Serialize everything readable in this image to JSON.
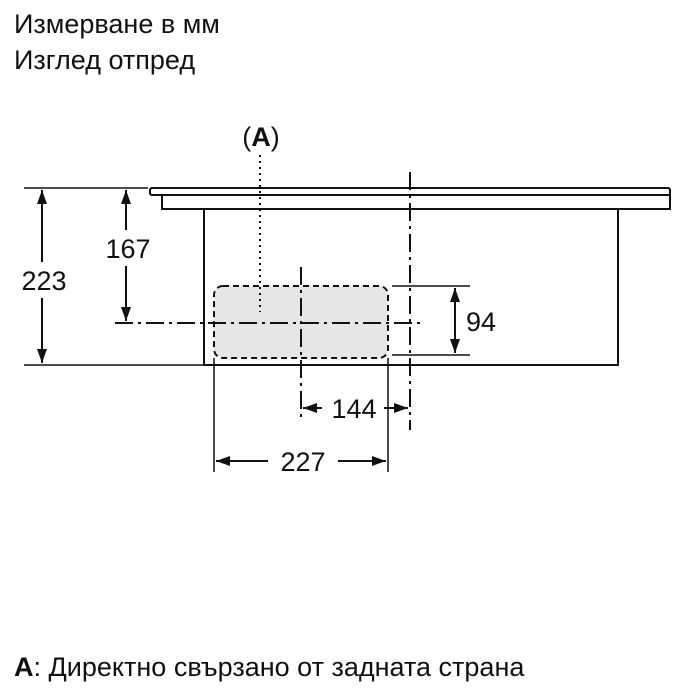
{
  "header": {
    "line1": "Измерване в мм",
    "line2": "Изглед отпред"
  },
  "diagram": {
    "callout_prefix": "(",
    "callout_letter": "A",
    "callout_suffix": ")",
    "dimensions": {
      "height_total": "223",
      "height_upper": "167",
      "height_box": "94",
      "width_inner": "144",
      "width_outer": "227"
    },
    "colors": {
      "line": "#111111",
      "box_fill": "#e6e6e6"
    }
  },
  "footer": {
    "letter": "A",
    "separator": ":",
    "text": " Директно свързано от задната страна"
  }
}
